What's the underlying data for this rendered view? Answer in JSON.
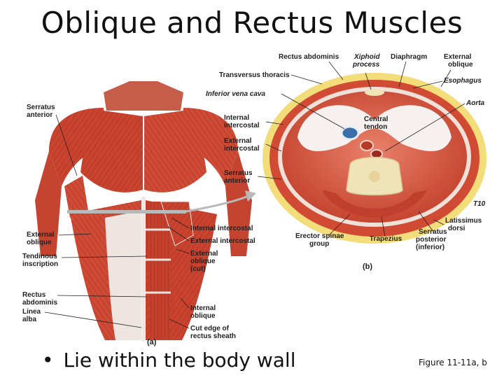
{
  "slide": {
    "title": "Oblique and Rectus Muscles",
    "bullet": "Lie within the body wall",
    "caption": "Figure 11-11a, b"
  },
  "figure_a": {
    "panel_label": "(a)",
    "labels": {
      "serratus_anterior": [
        "Serratus",
        "anterior"
      ],
      "external_oblique": [
        "External",
        "oblique"
      ],
      "tendinous_inscription": [
        "Tendinous",
        "inscription"
      ],
      "rectus_abdominis": [
        "Rectus",
        "abdominis"
      ],
      "linea_alba": [
        "Linea",
        "alba"
      ],
      "internal_intercostal": "Internal intercostal",
      "external_intercostal": "External intercostal",
      "external_oblique_cut": [
        "External",
        "oblique",
        "(cut)"
      ],
      "internal_oblique": [
        "Internal",
        "oblique"
      ],
      "cut_edge": [
        "Cut edge of",
        "rectus sheath"
      ]
    }
  },
  "figure_b": {
    "panel_label": "(b)",
    "labels": {
      "rectus_abdominis": "Rectus abdominis",
      "xiphoid_process": [
        "Xiphoid",
        "process"
      ],
      "diaphragm": "Diaphragm",
      "external_oblique": [
        "External",
        "oblique"
      ],
      "transversus_thoracis": "Transversus thoracis",
      "esophagus": "Esophagus",
      "inferior_vena_cava": "Inferior vena cava",
      "aorta": "Aorta",
      "internal_intercostal": [
        "Internal",
        "intercostal"
      ],
      "central_tendon": [
        "Central",
        "tendon"
      ],
      "external_intercostal": [
        "External",
        "intercostal"
      ],
      "serratus_anterior": [
        "Serratus",
        "anterior"
      ],
      "t10": "T10",
      "latissimus_dorsi": [
        "Latissimus",
        "dorsi"
      ],
      "erector_spinae": [
        "Erector spinae",
        "group"
      ],
      "trapezius": "Trapezius",
      "serratus_posterior": [
        "Serratus",
        "posterior",
        "(inferior)"
      ]
    }
  },
  "colors": {
    "muscle": "#c9432e",
    "muscle_light": "#e07a5f",
    "tendon": "#ece3df",
    "bone": "#f1e3b8",
    "fat": "#f3dc7a",
    "vessel_blue": "#3b6ea8"
  }
}
